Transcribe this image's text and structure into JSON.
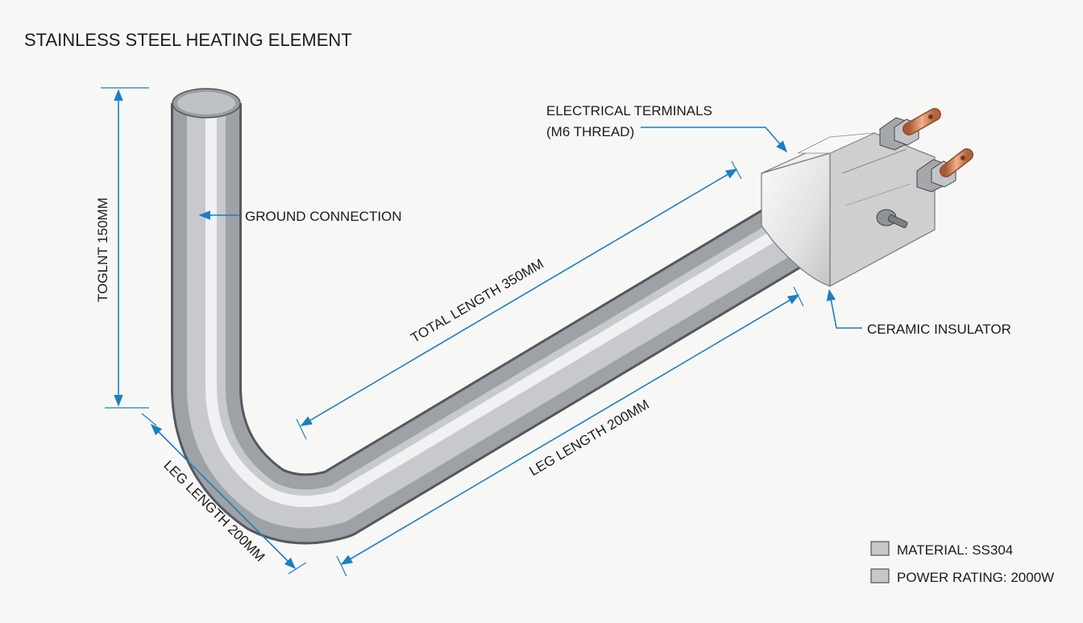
{
  "title": "STAINLESS STEEL HEATING ELEMENT",
  "annotations": {
    "vertical_dimension": "TOGLNT 150MM",
    "ground_connection": "GROUND CONNECTION",
    "electrical_terminals_line1": "ELECTRICAL TERMINALS",
    "electrical_terminals_line2": "(M6 THREAD)",
    "total_length": "TOTAL LENGTH 350MM",
    "leg_length_right": "LEG LENGTH 200MM",
    "leg_length_left": "LEG LENGTH 200MM",
    "ceramic_insulator": "CERAMIC INSULATOR"
  },
  "legend": [
    {
      "text": "MATERIAL: SS304"
    },
    {
      "text": "POWER RATING: 2000W"
    }
  ],
  "colors": {
    "dimension_lines": "#1a7fc4",
    "background": "#f7f7f6",
    "tube": "#b9bcc0",
    "terminals": "#c8764a"
  }
}
